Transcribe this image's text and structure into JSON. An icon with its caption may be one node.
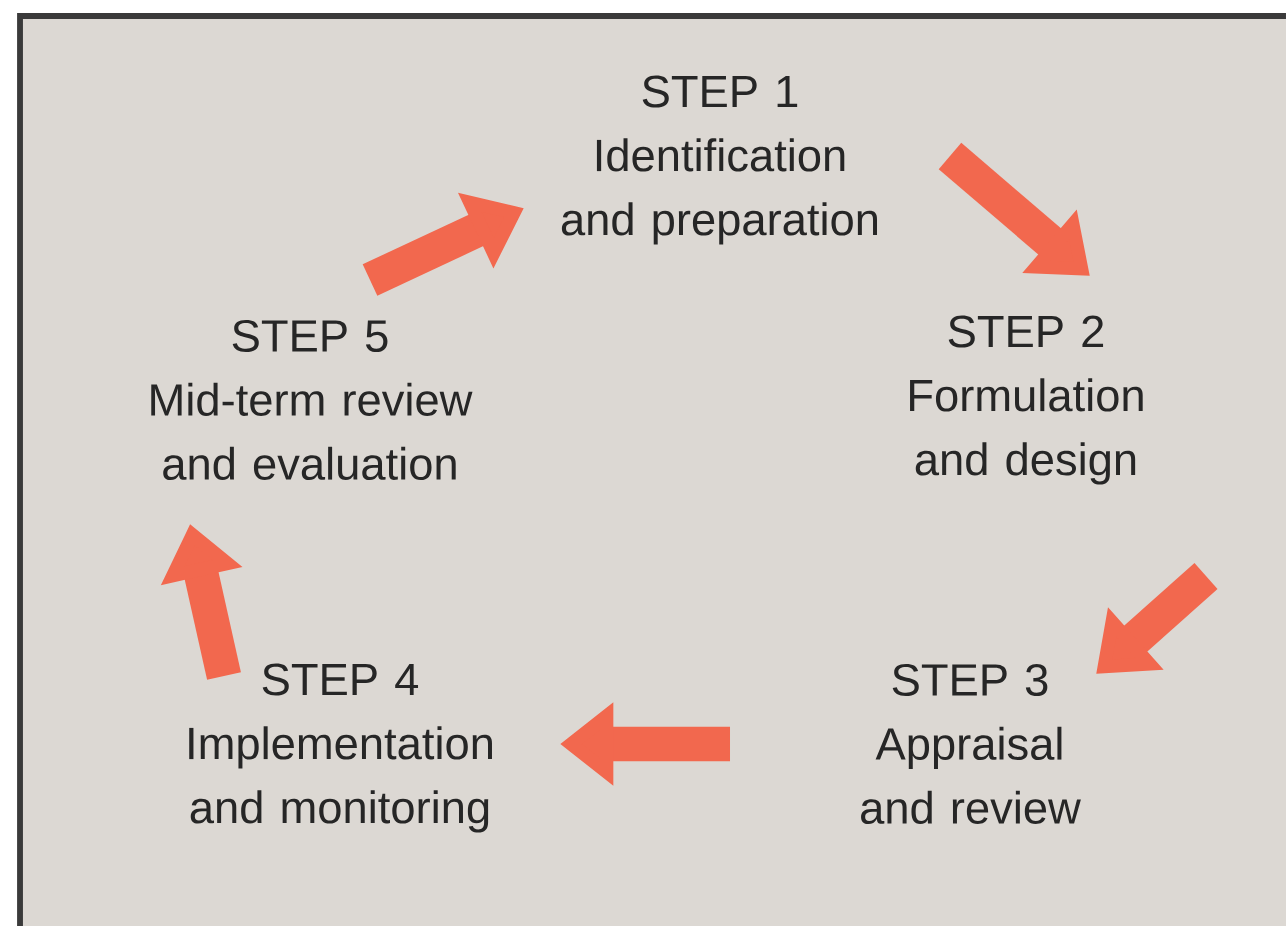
{
  "diagram": {
    "nodes": [
      {
        "text": [
          "STEP 1",
          "Identification and preparation"
        ]
      },
      {
        "text": [
          "STEP 2",
          "Formulation and design"
        ]
      },
      {
        "text": [
          "STEP 3",
          "Appraisal and review"
        ]
      },
      {
        "text": [
          "STEP 4",
          "Implementation and monitoring"
        ]
      },
      {
        "text": [
          "STEP 5",
          "Mid-term review and evaluation"
        ]
      }
    ],
    "edges": [
      {
        "from": 0,
        "to": 1,
        "arrow": "to"
      },
      {
        "from": 1,
        "to": 2,
        "arrow": "to"
      },
      {
        "from": 2,
        "to": 3,
        "arrow": "to"
      },
      {
        "from": 3,
        "to": 4,
        "arrow": "to"
      },
      {
        "from": 4,
        "to": 0,
        "arrow": "to"
      }
    ]
  }
}
